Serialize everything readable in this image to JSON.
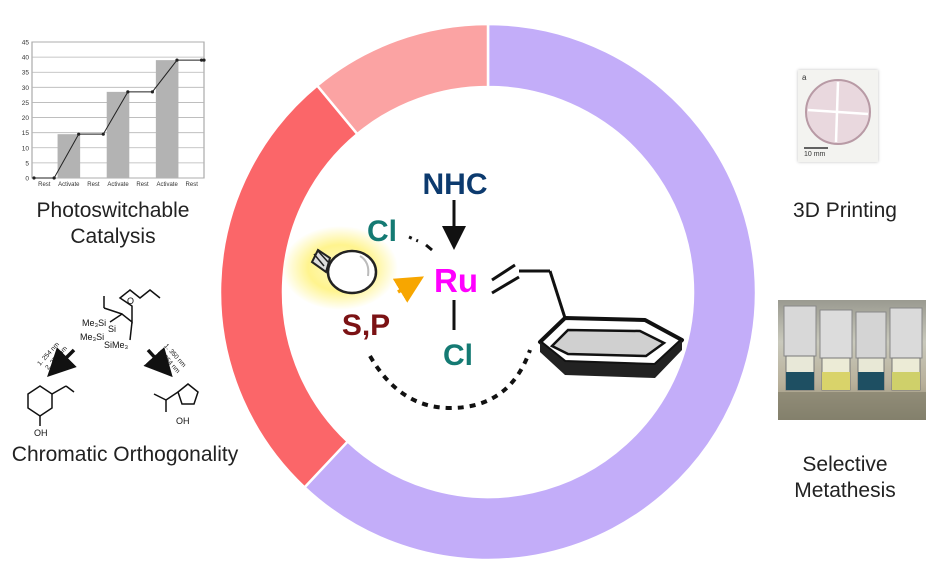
{
  "colors": {
    "ring_lavender": "#c3adf9",
    "ring_red": "#fb6669",
    "ring_pink": "#fba3a3",
    "ru": "#ff00ff",
    "nhc": "#0c3a6e",
    "cl": "#147a73",
    "sp": "#7b1214",
    "arrow_orange": "#f7a600",
    "bar_gray": "#b3b3b3"
  },
  "ring": {
    "segments": [
      {
        "name": "lavender",
        "fraction": 0.62
      },
      {
        "name": "red",
        "fraction": 0.27
      },
      {
        "name": "pink",
        "fraction": 0.11
      }
    ]
  },
  "labels": {
    "photoswitchable": [
      "Photoswitchable",
      "Catalysis"
    ],
    "chromatic": "Chromatic Orthogonality",
    "printing": "3D Printing",
    "metathesis": [
      "Selective",
      "Metathesis"
    ]
  },
  "complex": {
    "nhc": "NHC",
    "cl_top": "Cl",
    "ru": "Ru",
    "sp": "S,P",
    "cl_bottom": "Cl"
  },
  "chart_data": {
    "type": "bar",
    "categories": [
      "Rest",
      "Activate",
      "Rest",
      "Activate",
      "Rest",
      "Activate",
      "Rest"
    ],
    "values": [
      0,
      14.5,
      14.5,
      28.5,
      28.5,
      39,
      39
    ],
    "yticks": [
      0,
      5,
      10,
      15,
      20,
      25,
      30,
      35,
      40,
      45
    ],
    "ylim": [
      0,
      45
    ],
    "grid": true
  },
  "scheme": {
    "si_top": "Me₃Si",
    "si_mid": "Me₃Si",
    "si_o": "Si",
    "o_label": "O",
    "sime3": "SiMe₃",
    "oh_left": "OH",
    "oh_right": "OH",
    "cond_left": [
      "1. 254 nm",
      "2. 350 nm"
    ],
    "cond_right": [
      "1. 350 nm",
      "2. 254 nm"
    ]
  },
  "photos": {
    "disc_tag": "a",
    "disc_scale": "10 mm"
  }
}
